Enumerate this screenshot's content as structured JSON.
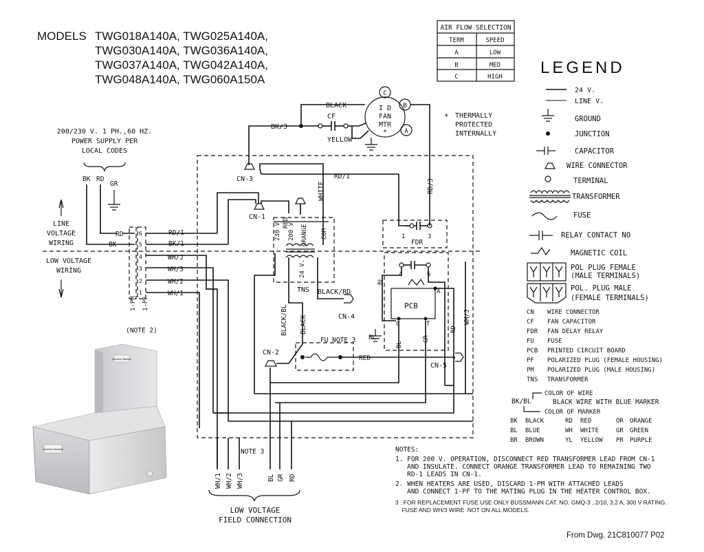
{
  "models": {
    "label": "MODELS",
    "lines": [
      "TWG018A140A, TWG025A140A,",
      "TWG030A140A, TWG036A140A,",
      "TWG037A140A, TWG042A140A,",
      "TWG048A140A, TWG060A150A"
    ]
  },
  "airflow": {
    "title": "AIR FLOW SELECTION",
    "headers": [
      "TERM",
      "SPEED"
    ],
    "rows": [
      [
        "A",
        "LOW"
      ],
      [
        "B",
        "MED"
      ],
      [
        "C",
        "HIGH"
      ]
    ]
  },
  "legend": {
    "title": "LEGEND",
    "items": [
      "24 V.",
      "LINE V.",
      "GROUND",
      "JUNCTION",
      "CAPACITOR",
      "WIRE CONNECTOR",
      "TERMINAL",
      "TRANSFORMER",
      "FUSE",
      "RELAY CONTACT NO",
      "MAGNETIC COIL"
    ],
    "pol_female": [
      "POL PLUG FEMALE",
      "(MALE TERMINALS)"
    ],
    "pol_male": [
      "POL. PLUG MALE",
      "(FEMALE TERMINALS)"
    ]
  },
  "abbreviations": [
    [
      "CN",
      "WIRE CONNECTOR"
    ],
    [
      "CF",
      "FAN CAPACITOR"
    ],
    [
      "FDR",
      "FAN DELAY RELAY"
    ],
    [
      "FU",
      "FUSE"
    ],
    [
      "PCB",
      "PRINTED CIRCUIT BOARD"
    ],
    [
      "PF",
      "POLARIZED PLUG (FEMALE HOUSING)"
    ],
    [
      "PM",
      "POLARIZED PLUG (MALE HOUSING)"
    ],
    [
      "TNS",
      "TRANSFORMER"
    ]
  ],
  "color_key": {
    "color_of_wire": "COLOR OF WIRE",
    "example": "BK/BL",
    "example_desc": "BLACK WIRE WITH BLUE MARKER",
    "color_of_marker": "COLOR OF MARKER",
    "codes": [
      [
        "BK",
        "BLACK"
      ],
      [
        "RD",
        "RED"
      ],
      [
        "OR",
        "ORANGE"
      ],
      [
        "BL",
        "BLUE"
      ],
      [
        "WH",
        "WHITE"
      ],
      [
        "GR",
        "GREEN"
      ],
      [
        "BR",
        "BROWN"
      ],
      [
        "YL",
        "YELLOW"
      ],
      [
        "PR",
        "PURPLE"
      ]
    ]
  },
  "thermal": [
    "THERMALLY",
    "PROTECTED",
    "INTERNALLY"
  ],
  "power_supply": [
    "200/230 V. 1 PH.,60 HZ.",
    "POWER SUPPLY PER",
    "LOCAL CODES"
  ],
  "supply_wires": [
    "BK",
    "RD",
    "GR"
  ],
  "line_voltage": [
    "LINE",
    "VOLTAGE",
    "WIRING"
  ],
  "low_voltage": [
    "LOW VOLTAGE",
    "WIRING"
  ],
  "plug_labels": {
    "pm": "1-PM",
    "pf": "1-PF",
    "note": "(NOTE 2)"
  },
  "plug_pins": [
    "6",
    "5",
    "4",
    "3",
    "2",
    "1"
  ],
  "plug_left_wires": [
    "RD",
    "BK"
  ],
  "plug_right_wires": [
    "RD/1",
    "BK/1",
    "WH/J",
    "WH/3",
    "WH/2",
    "WH/1"
  ],
  "motor": {
    "lines": [
      "I D",
      "FAN",
      "MTR"
    ],
    "terms": [
      "C",
      "B",
      "A"
    ]
  },
  "wire_labels": {
    "black": "BLACK",
    "cf": "CF",
    "yellow": "YELLOW",
    "bk3": "BK/3",
    "rd1": "RD/1",
    "rd3": "RD/3",
    "white": "WHITE",
    "red": "RED",
    "orange": "ORANGE",
    "com": "COM",
    "v230": "230 V",
    "v200": "200 V",
    "v24": "24 V.",
    "tns": "TNS",
    "black_rd": "BLACK/RD",
    "black_bl": "BLACK/BL",
    "black2": "BLACK",
    "bl": "BL",
    "gr": "GR",
    "rd": "RD",
    "whj": "WH/J",
    "red2": "RED",
    "bl2": "BL",
    "fdr": "FDR",
    "pcb": "PCB",
    "t4": "4",
    "t6": "6",
    "ta": "A",
    "tc": "C",
    "tt": "T",
    "f1": "1",
    "f3": "3"
  },
  "connectors": {
    "cn1": "CN-1",
    "cn2": "CN-2",
    "cn3": "CN-3",
    "cn4": "CN-4",
    "cn5": "CN-5",
    "fu": "FU NOTE 3"
  },
  "field": {
    "note3": "NOTE 3",
    "wires": [
      "WH/1",
      "WH/2",
      "WH/3",
      "BL",
      "GR",
      "RD"
    ],
    "caption": [
      "LOW VOLTAGE",
      "FIELD CONNECTION"
    ]
  },
  "notes": {
    "title": "NOTES:",
    "n1": "1. FOR 200 V. OPERATION, DISCONNECT RED TRANSFORMER LEAD FROM CN-1\n   AND INSULATE. CONNECT ORANGE TRANSFORMER LEAD TO REMAINING TWO\n   RD-1 LEADS IN CN-1.",
    "n2": "2. WHEN HEATERS ARE USED, DISCARD 1-PM WITH ATTACHED LEADS\n   AND CONNECT 1-PF TO THE MATING PLUG IN THE HEATER CONTROL BOX.",
    "n3": "3 . FOR REPLACEMENT FUSE USE ONLY BUSSMANN CAT. NO. GMQ-3 , 2/10, 3.2 A, 300 V RATING.\n    FUSE AND WH/3 WIRE  NOT ON ALL MODELS."
  },
  "from_dwg": "From Dwg. 21C810077 P02",
  "product": {
    "badge_top": "American Standard",
    "badge_front": "American Standard"
  }
}
